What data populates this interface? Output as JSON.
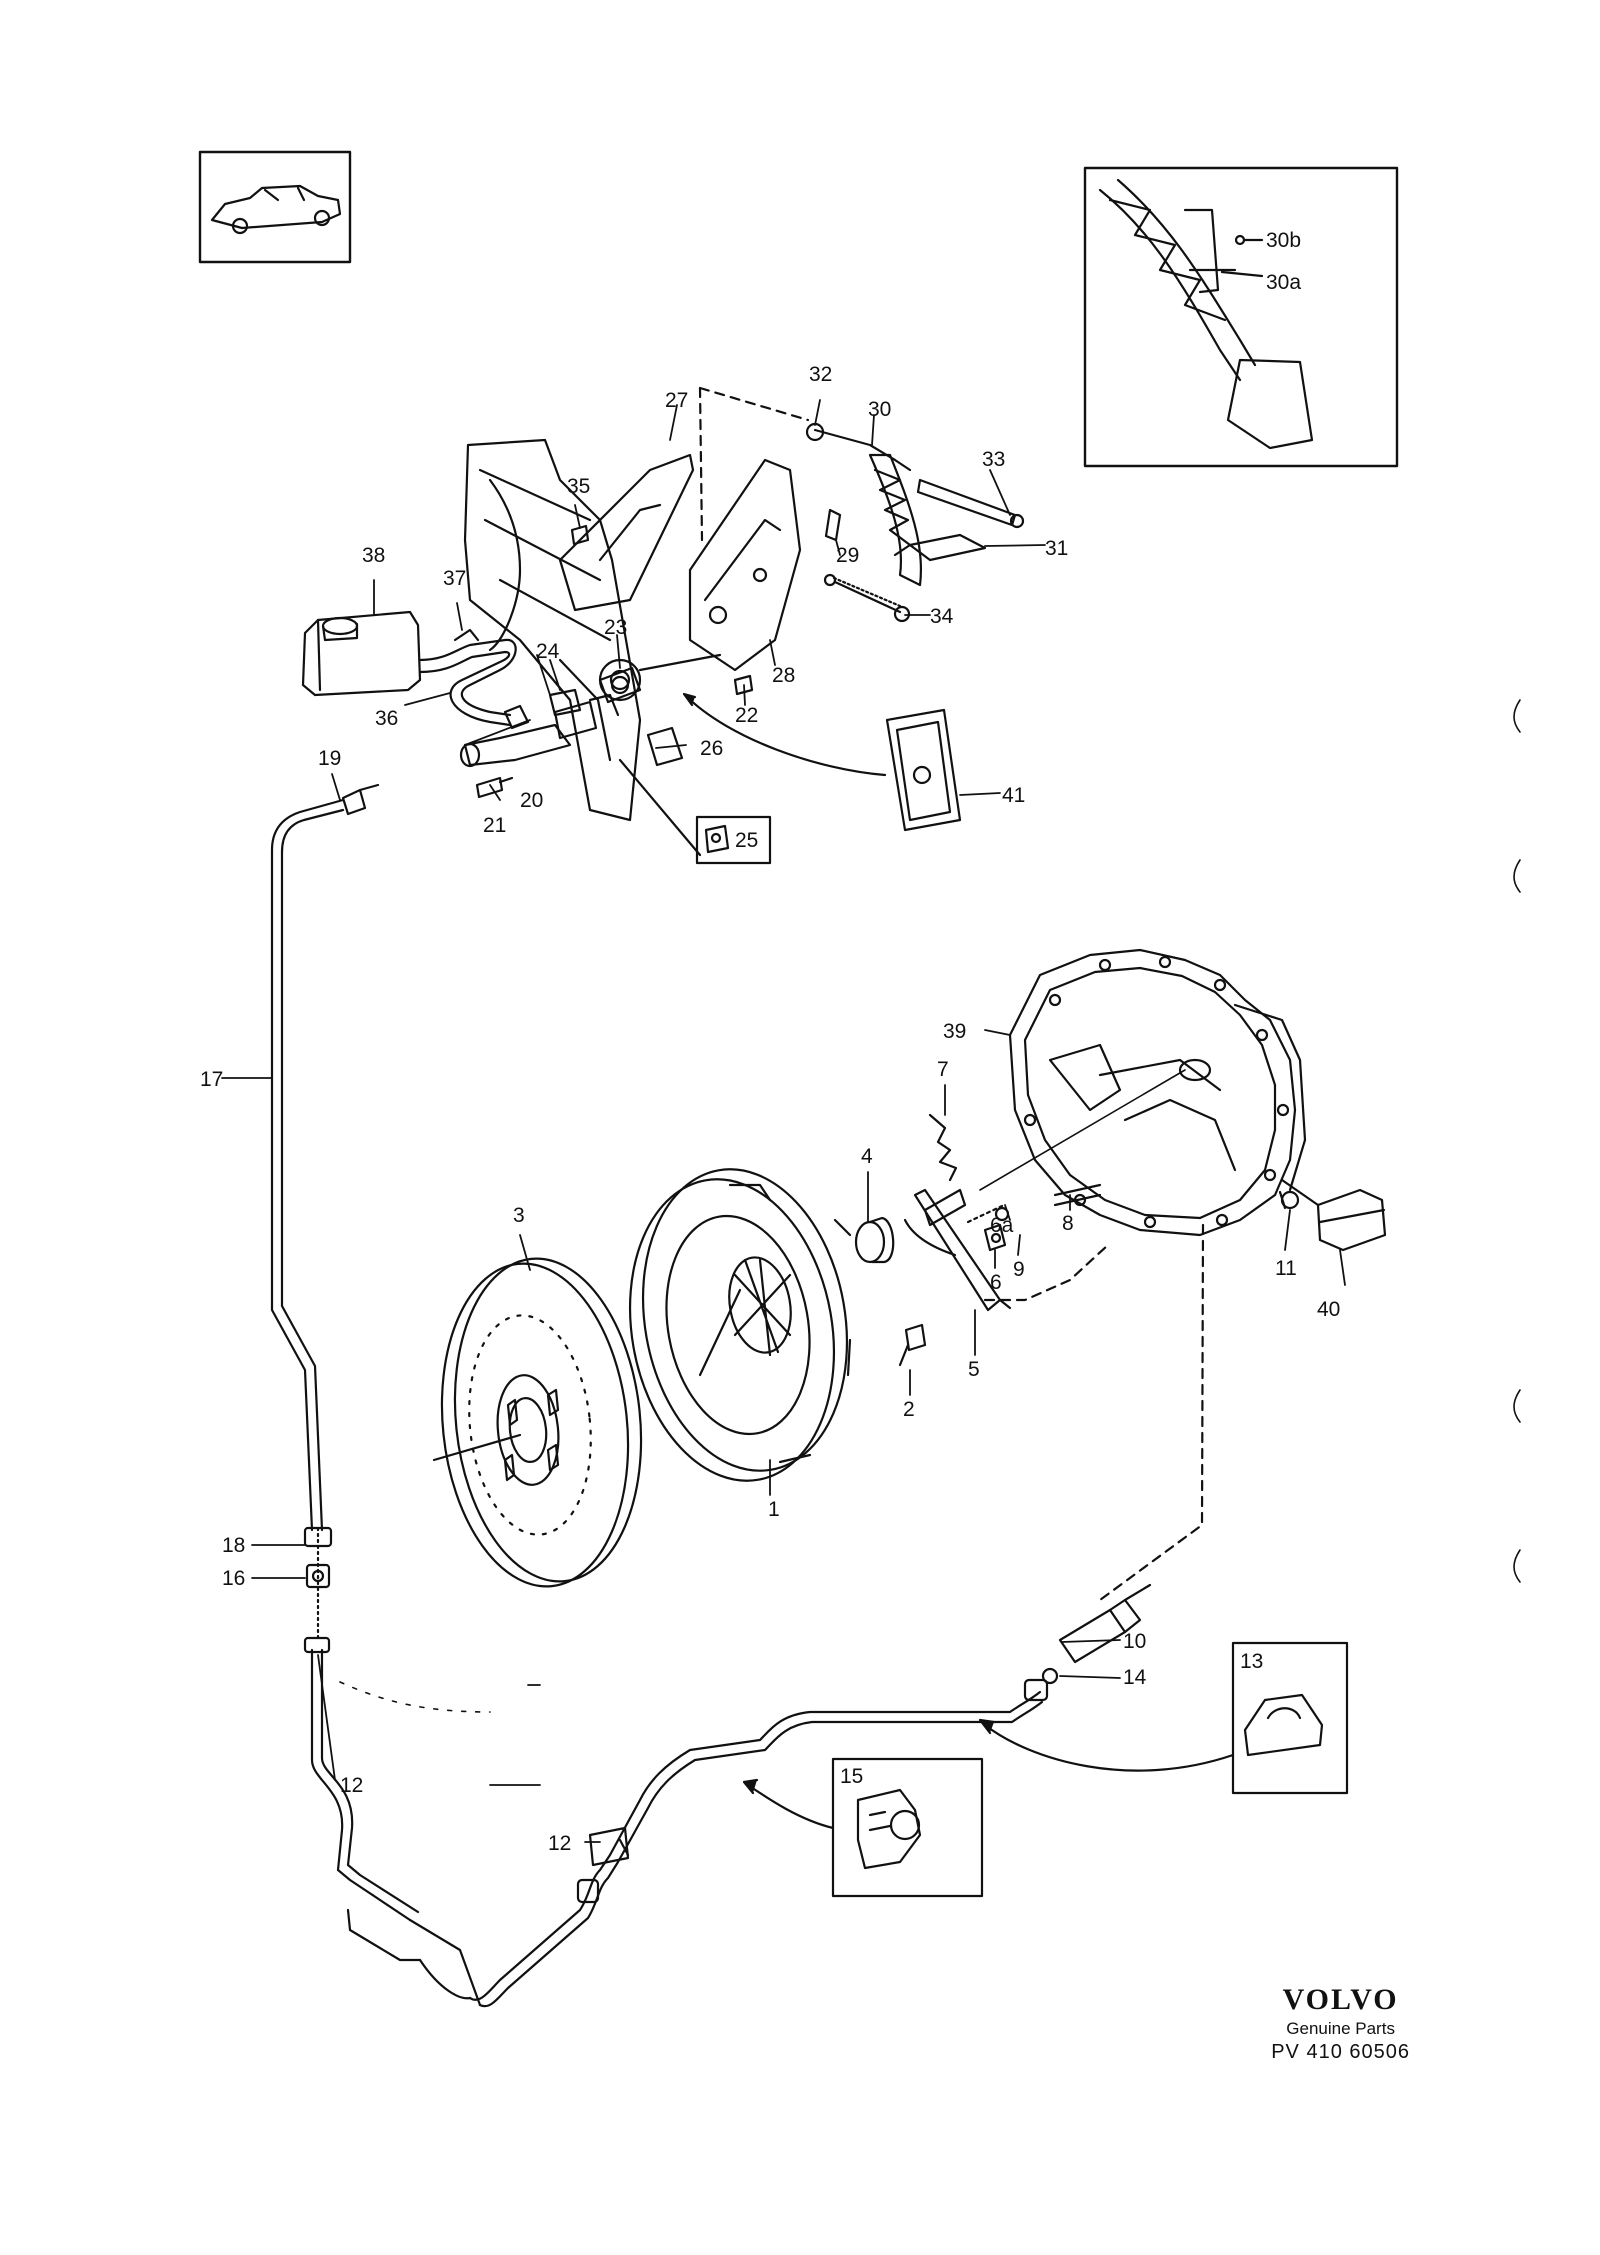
{
  "labels": {
    "l1": "1",
    "l2": "2",
    "l3": "3",
    "l4": "4",
    "l5": "5",
    "l6": "6",
    "l6a": "6a",
    "l7": "7",
    "l8": "8",
    "l9": "9",
    "l10": "10",
    "l11": "11",
    "l12a": "12",
    "l12b": "12",
    "l13": "13",
    "l14": "14",
    "l15": "15",
    "l16": "16",
    "l17": "17",
    "l18": "18",
    "l19": "19",
    "l20": "20",
    "l21": "21",
    "l22": "22",
    "l23": "23",
    "l24": "24",
    "l25": "25",
    "l26": "26",
    "l27": "27",
    "l28": "28",
    "l29": "29",
    "l30": "30",
    "l30a": "30a",
    "l30b": "30b",
    "l31": "31",
    "l32": "32",
    "l33": "33",
    "l34": "34",
    "l35": "35",
    "l36": "36",
    "l37": "37",
    "l38": "38",
    "l39": "39",
    "l40": "40",
    "l41": "41"
  },
  "brand": {
    "logo": "VOLVO",
    "subtitle": "Genuine Parts",
    "code": "PV 410 60506"
  }
}
